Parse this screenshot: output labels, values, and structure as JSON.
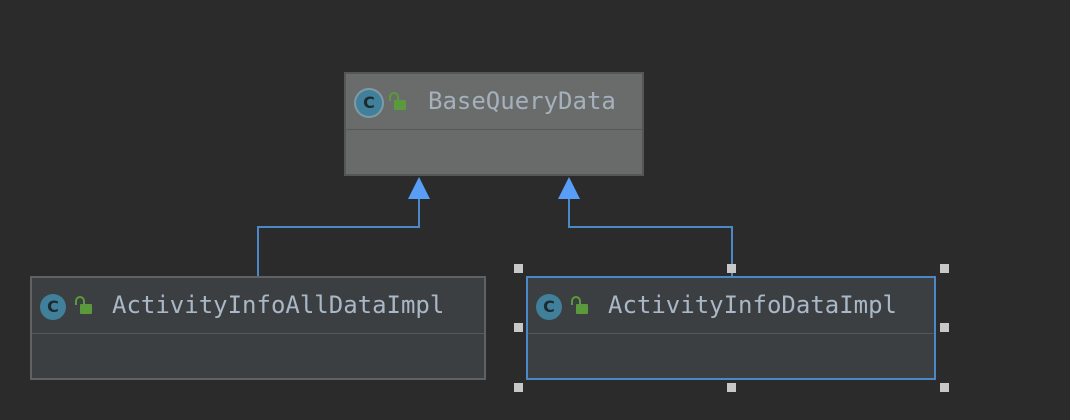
{
  "diagram": {
    "nodes": [
      {
        "id": "base",
        "name": "BaseQueryData",
        "kind": "class",
        "visibility": "public"
      },
      {
        "id": "all",
        "name": "ActivityInfoAllDataImpl",
        "kind": "class",
        "visibility": "public"
      },
      {
        "id": "data",
        "name": "ActivityInfoDataImpl",
        "kind": "class",
        "visibility": "public",
        "selected": true
      }
    ],
    "edges": [
      {
        "from": "all",
        "to": "base",
        "type": "inheritance"
      },
      {
        "from": "data",
        "to": "base",
        "type": "inheritance"
      }
    ],
    "icons": {
      "class": "class-c-icon",
      "visibility": "public-lock-icon"
    },
    "icon_letter": "C"
  },
  "colors": {
    "background": "#2b2b2b",
    "edge": "#4a88c7",
    "selection": "#4a88c7"
  }
}
